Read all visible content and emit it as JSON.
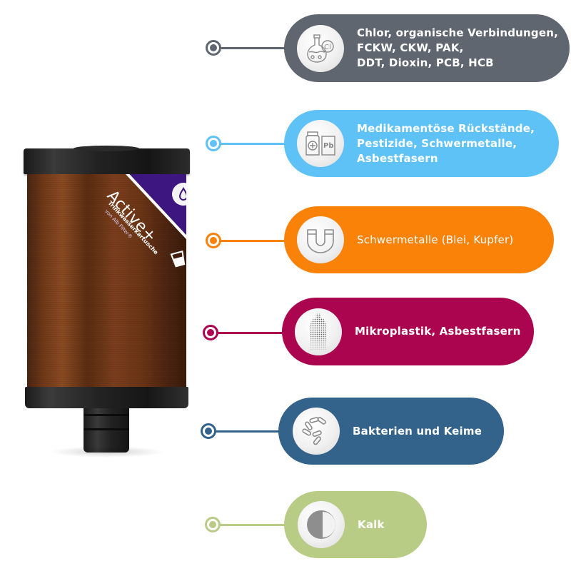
{
  "product": {
    "name": "Active+",
    "subtitle": "Trinkwasserkartusche",
    "brand_line": "von Alb Filter®",
    "label_color": "#3d1680",
    "body_color": "#7a3e1c",
    "icons": [
      "water-drop-icon",
      "drinking-glass-icon"
    ]
  },
  "features": [
    {
      "id": "chlorine",
      "icon": "flask-chlorine-icon",
      "icon_label": "Cl",
      "lines": [
        "Chlor, organische Verbindungen,",
        "FCKW, CKW, PAK,",
        "DDT, Dioxin, PCB, HCB"
      ],
      "color": "#5f6670"
    },
    {
      "id": "medication",
      "icon": "medicine-bottle-lead-icon",
      "icon_label": "Pb",
      "lines": [
        "Medikamentöse Rückstände,",
        "Pestizide, Schwermetalle,",
        "Asbestfasern"
      ],
      "color": "#5ec2f7"
    },
    {
      "id": "heavy-metals",
      "icon": "magnet-icon",
      "lines": [
        "Schwermetalle (Blei, Kupfer)"
      ],
      "color": "#fb8209"
    },
    {
      "id": "microplastics",
      "icon": "dissolving-bottle-icon",
      "lines": [
        "Mikroplastik, Asbestfasern"
      ],
      "color": "#ab0550"
    },
    {
      "id": "bacteria",
      "icon": "bacteria-icon",
      "lines": [
        "Bakterien und Keime"
      ],
      "color": "#33628a"
    },
    {
      "id": "limescale",
      "icon": "half-circle-icon",
      "lines": [
        "Kalk"
      ],
      "color": "#b9cc85"
    }
  ]
}
